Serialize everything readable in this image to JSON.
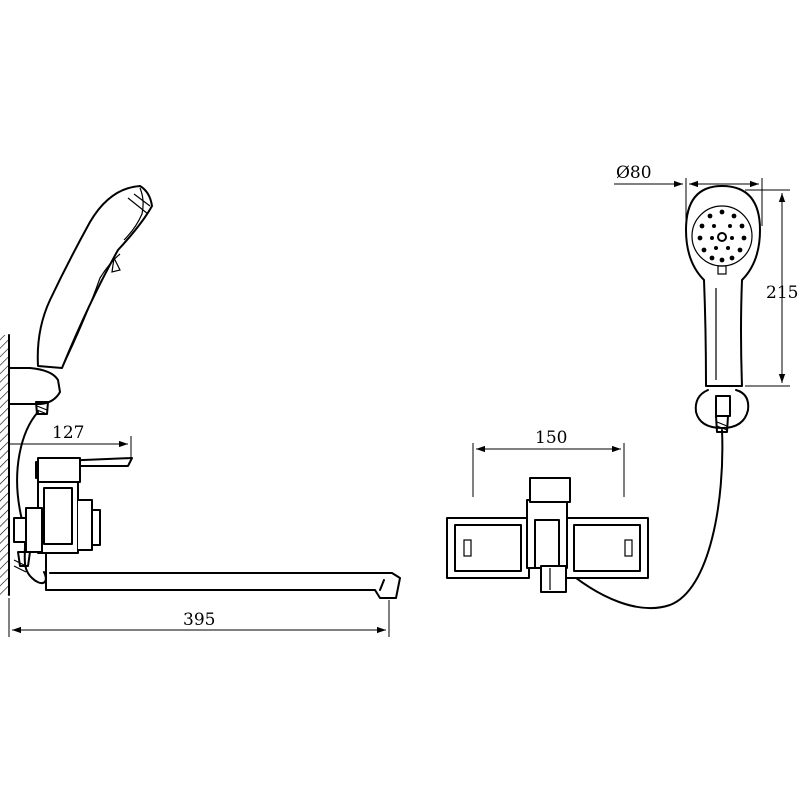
{
  "dimensions": {
    "outlet_projection": "127",
    "spout_length": "395",
    "mount_width": "150",
    "head_diameter": "Ø80",
    "handset_length": "215"
  }
}
